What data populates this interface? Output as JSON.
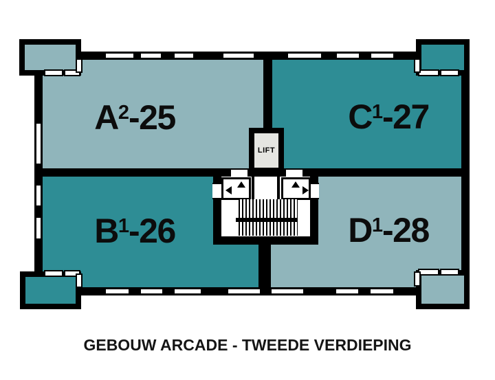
{
  "caption": "GEBOUW ARCADE - TWEEDE VERDIEPING",
  "lift": {
    "label": "LIFT"
  },
  "units": {
    "a": {
      "letter": "A",
      "sup": "2",
      "rest": "-25"
    },
    "b": {
      "letter": "B",
      "sup": "1",
      "rest": "-26"
    },
    "c": {
      "letter": "C",
      "sup": "1",
      "rest": "-27"
    },
    "d": {
      "letter": "D",
      "sup": "1",
      "rest": "-28"
    }
  },
  "colors": {
    "unit_light": "#90b5bb",
    "unit_dark": "#2e8d95",
    "wall": "#000000",
    "lift_interior": "#e5e5e1",
    "caption_text": "#151515"
  }
}
